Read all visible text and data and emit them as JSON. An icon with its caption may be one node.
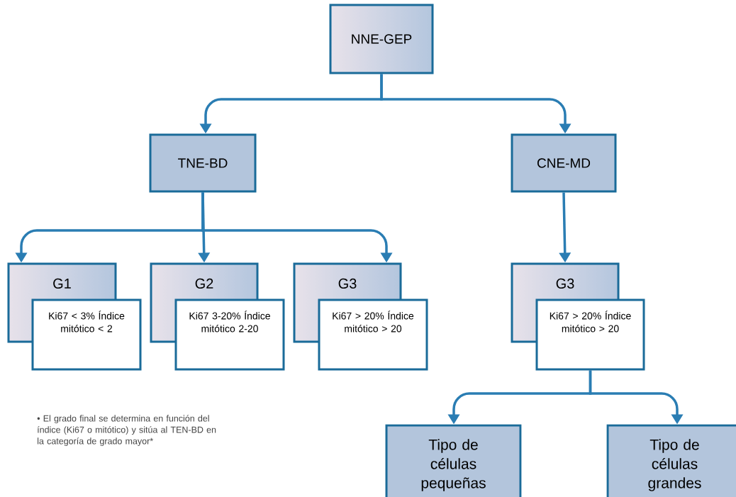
{
  "diagram": {
    "nodes": [
      {
        "text": [
          "NNE-GEP"
        ]
      },
      {
        "text": [
          "TNE-BD"
        ]
      },
      {
        "text": [
          "CNE-MD"
        ]
      },
      {
        "text": [
          "G1"
        ]
      },
      {
        "text": [
          "Ki67 < 3% Índice mitótico < 2"
        ]
      },
      {
        "text": [
          "G2"
        ]
      },
      {
        "text": [
          "Ki67 3-20% Índice mitótico 2-20"
        ]
      },
      {
        "text": [
          "G3"
        ]
      },
      {
        "text": [
          "Ki67 > 20% Índice mitótico > 20"
        ]
      },
      {
        "text": [
          "G3"
        ]
      },
      {
        "text": [
          "Ki67 > 20% Índice mitótico > 20"
        ]
      },
      {
        "text": [
          "Tipo de células pequeñas"
        ]
      },
      {
        "text": [
          "Tipo de células grandes"
        ]
      }
    ],
    "edges": [
      {
        "from": 0,
        "to": 1,
        "arrow": "to"
      },
      {
        "from": 0,
        "to": 2,
        "arrow": "to"
      },
      {
        "from": 1,
        "to": 3,
        "arrow": "to"
      },
      {
        "from": 1,
        "to": 5,
        "arrow": "to"
      },
      {
        "from": 1,
        "to": 7,
        "arrow": "to"
      },
      {
        "from": 2,
        "to": 9,
        "arrow": "to"
      },
      {
        "from": 10,
        "to": 11,
        "arrow": "to"
      },
      {
        "from": 10,
        "to": 12,
        "arrow": "to"
      }
    ],
    "labels": [
      "• El grado final se determina en función del índice (Ki67 o mitótico) y sitúa al TEN-BD en la categoría de grado mayor*"
    ]
  }
}
